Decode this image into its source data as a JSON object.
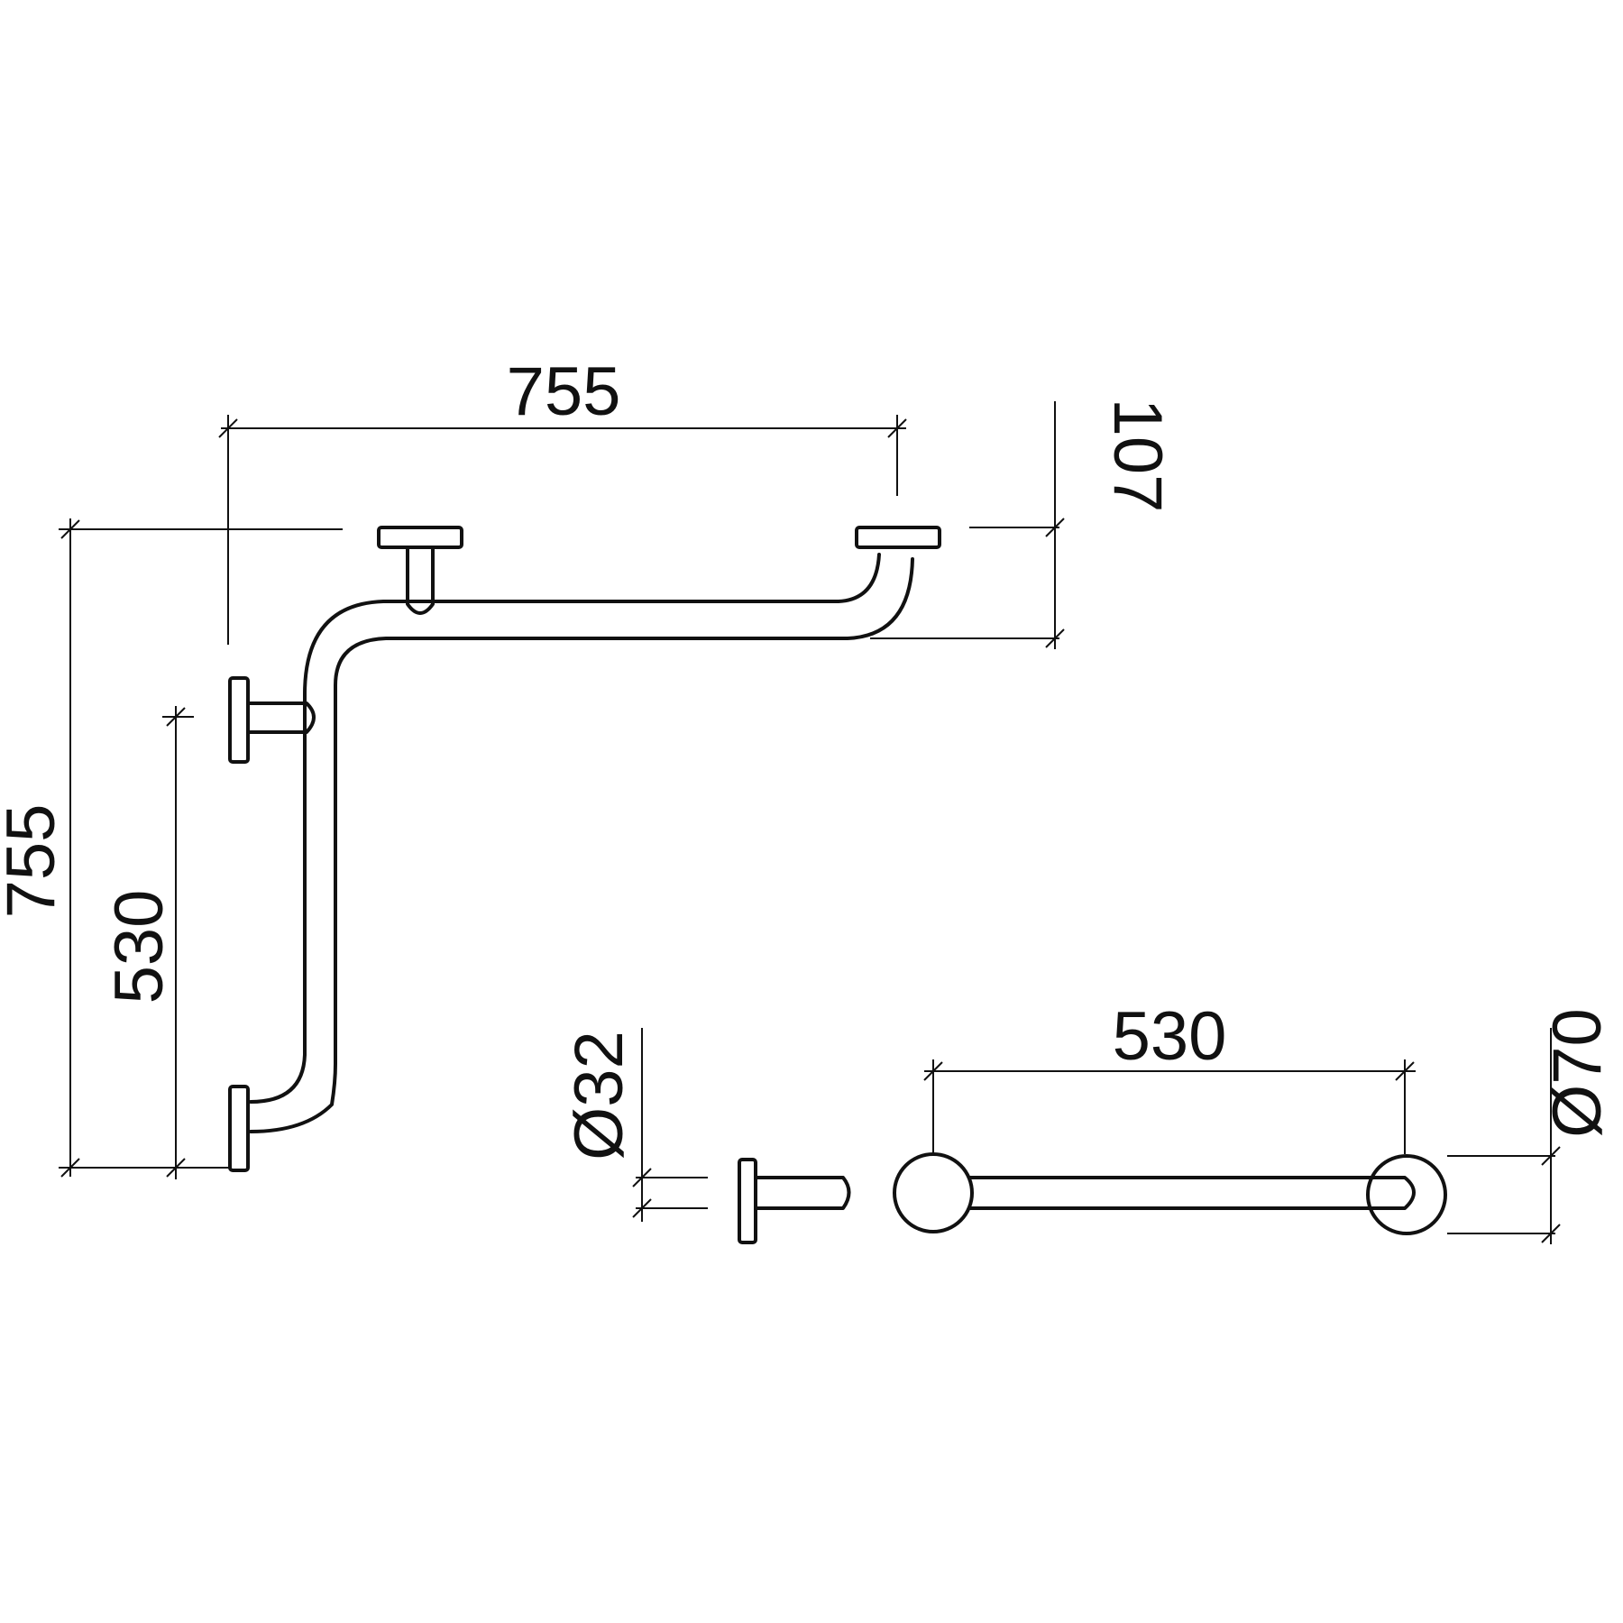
{
  "drawing": {
    "corner_bar": {
      "width_label": "755",
      "height_label": "755",
      "mount_spacing_label": "530",
      "projection_label": "107"
    },
    "straight_bar": {
      "mount_spacing_label": "530",
      "tube_diameter_label": "Ø32",
      "flange_diameter_label": "Ø70"
    }
  },
  "colors": {
    "line": "#111111",
    "background": "#ffffff"
  }
}
